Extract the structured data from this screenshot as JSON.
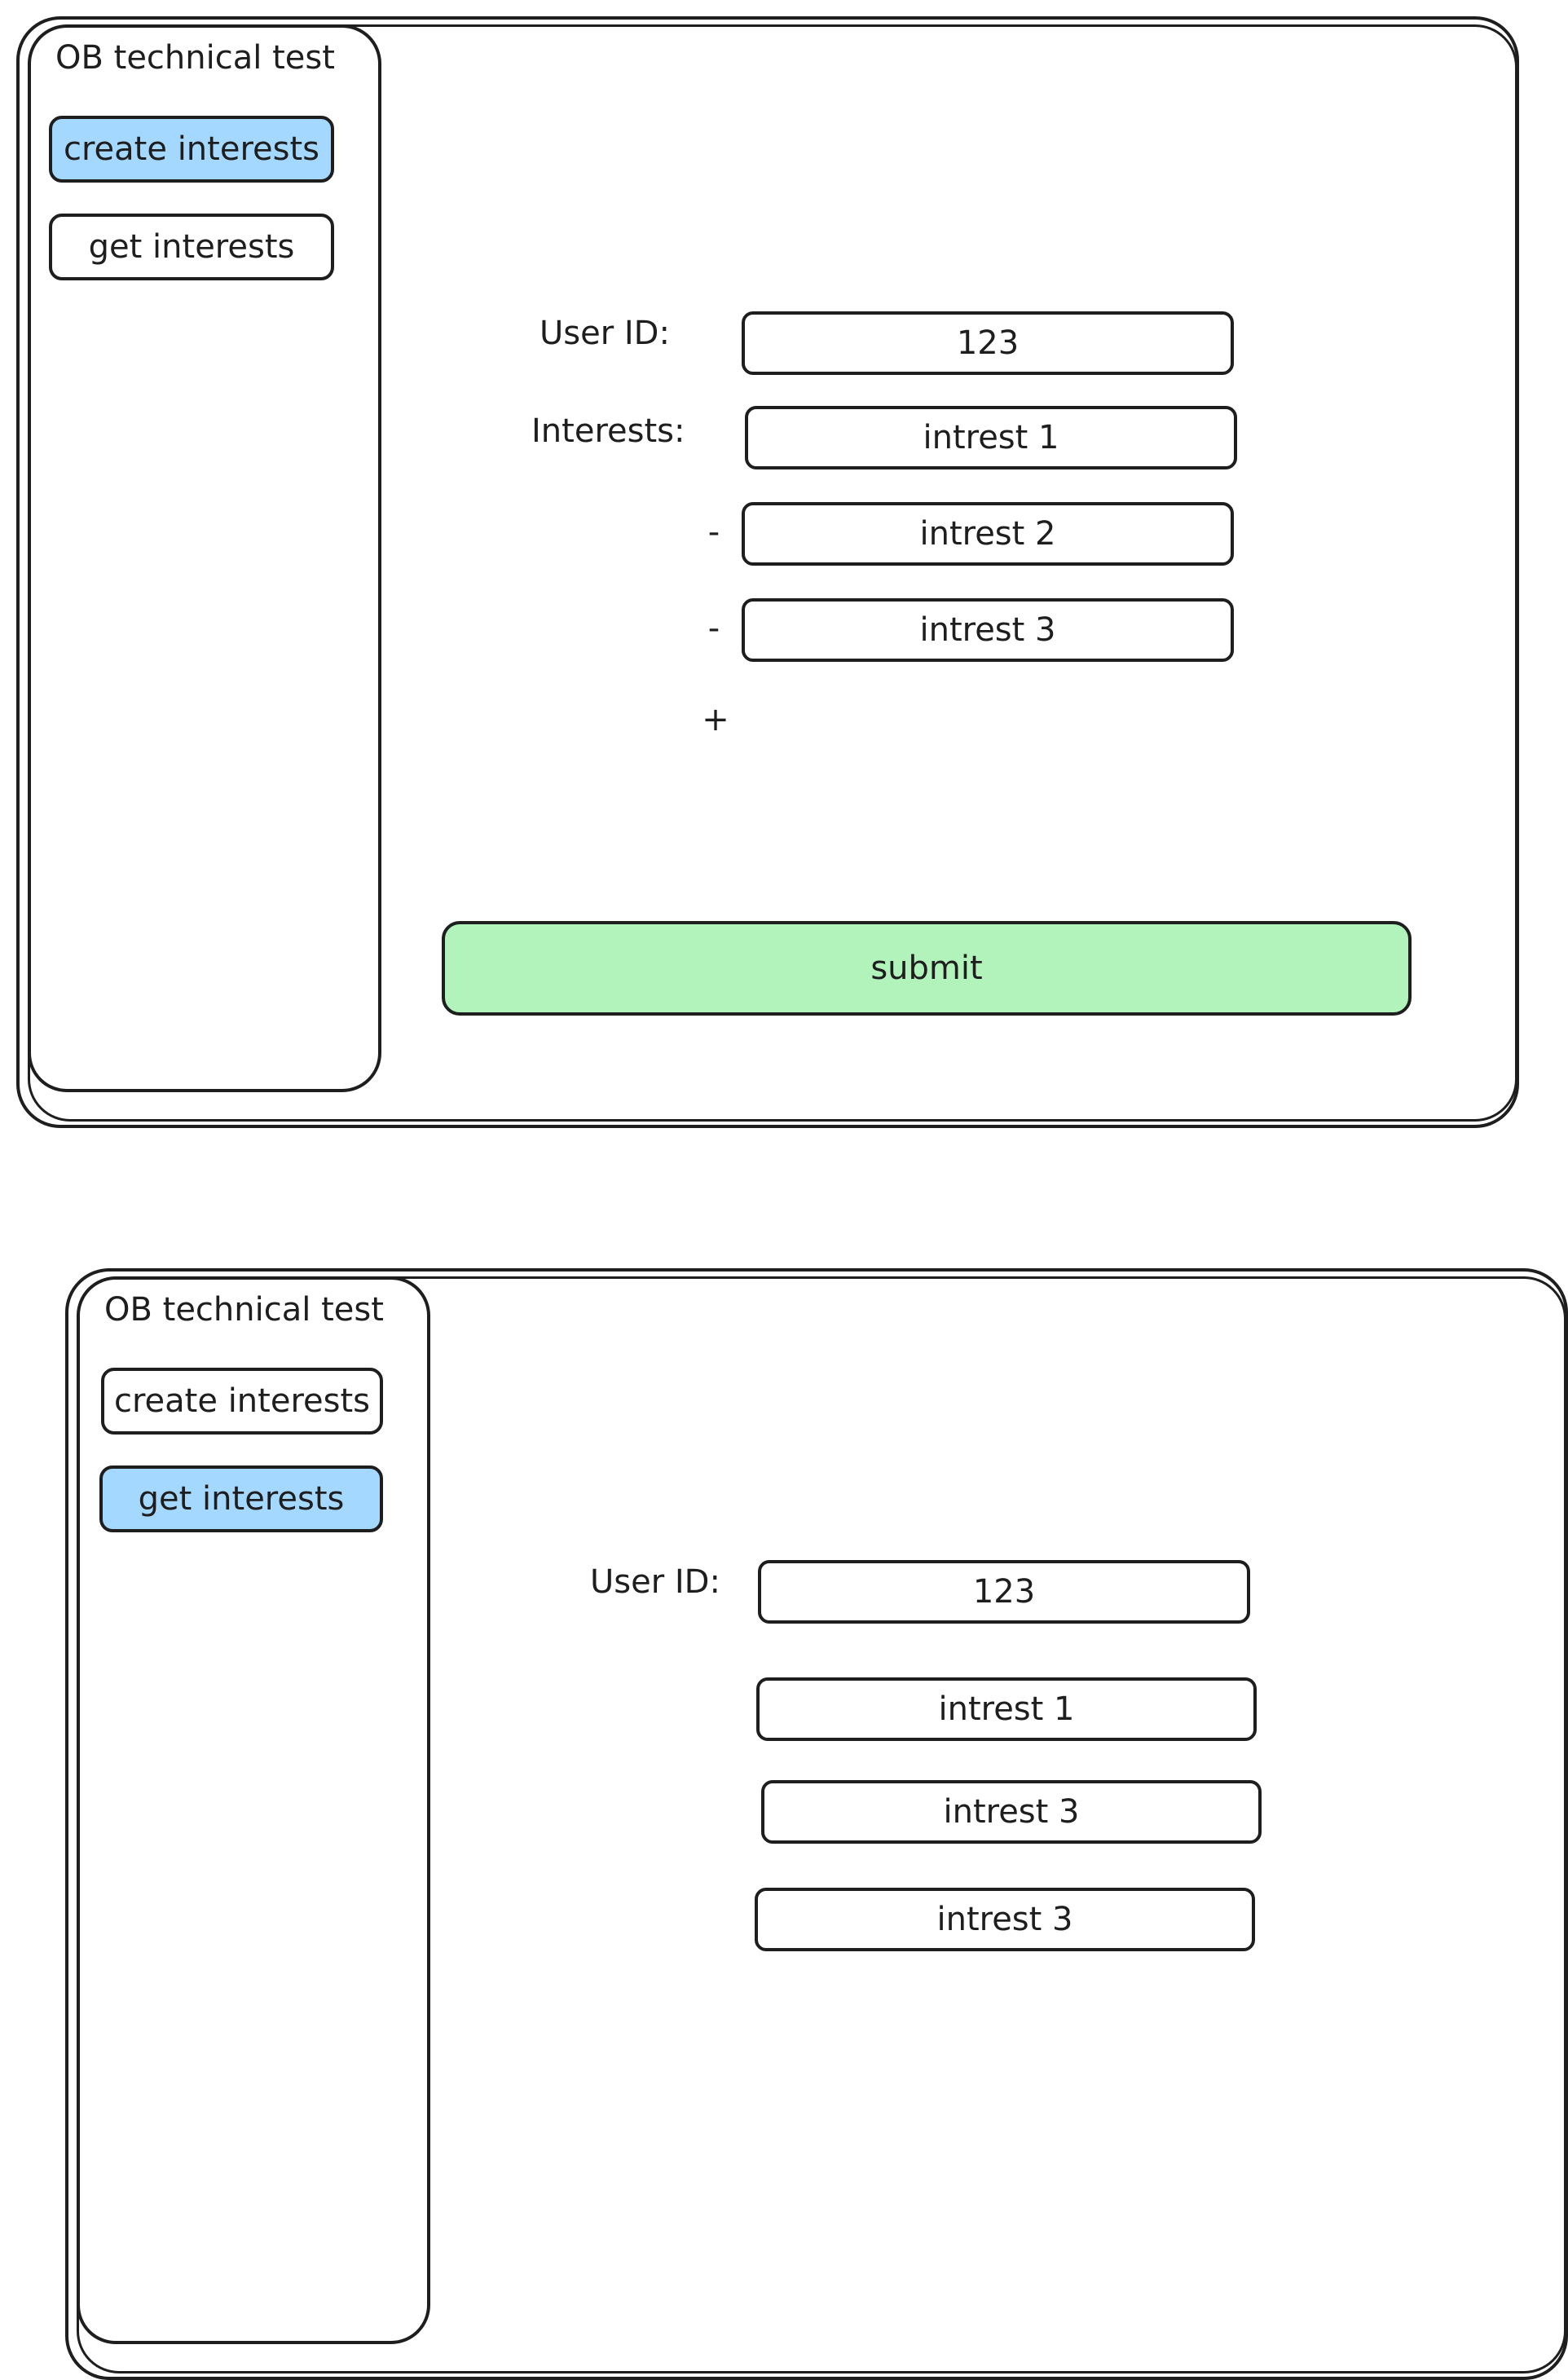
{
  "screens": [
    {
      "app_title": "OB technical test",
      "nav": [
        {
          "label": "create interests",
          "active": true
        },
        {
          "label": "get interests",
          "active": false
        }
      ],
      "user_id_label": "User ID:",
      "user_id_value": "123",
      "interests_label": "Interests:",
      "interests": [
        "intrest 1",
        "intrest 2",
        "intrest 3"
      ],
      "remove_glyph": "-",
      "add_glyph": "+",
      "submit_label": "submit"
    },
    {
      "app_title": "OB technical test",
      "nav": [
        {
          "label": "create interests",
          "active": false
        },
        {
          "label": "get interests",
          "active": true
        }
      ],
      "user_id_label": "User ID:",
      "user_id_value": "123",
      "interests": [
        "intrest 1",
        "intrest 3",
        "intrest 3"
      ]
    }
  ],
  "colors": {
    "stroke": "#1e1e1e",
    "active_nav": "#a5d8ff",
    "submit_fill": "#b2f2bb",
    "background": "#ffffff"
  }
}
